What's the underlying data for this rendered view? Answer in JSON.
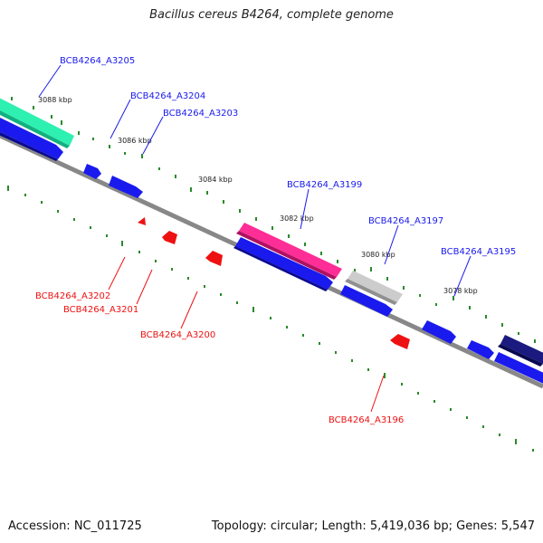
{
  "title": "Bacillus cereus B4264, complete genome",
  "footer": {
    "accession": "Accession: NC_011725",
    "summary": "Topology: circular; Length: 5,419,036 bp; Genes: 5,547"
  },
  "colors": {
    "forward_gene": "#1a1aee",
    "reverse_gene": "#ee1111",
    "backbone": "#888888",
    "tick": "#2a8a2a",
    "label_forward": "#1a1aee",
    "label_reverse": "#ee1111"
  },
  "ticks": [
    "3088 kbp",
    "3086 kbp",
    "3084 kbp",
    "3082 kbp",
    "3080 kbp",
    "3078 kbp"
  ],
  "gene_labels": [
    {
      "text": "BCB4264_A3205",
      "strand": "forward"
    },
    {
      "text": "BCB4264_A3204",
      "strand": "forward"
    },
    {
      "text": "BCB4264_A3203",
      "strand": "forward"
    },
    {
      "text": "BCB4264_A3199",
      "strand": "forward"
    },
    {
      "text": "BCB4264_A3197",
      "strand": "forward"
    },
    {
      "text": "BCB4264_A3195",
      "strand": "forward"
    },
    {
      "text": "BCB4264_A3202",
      "strand": "reverse"
    },
    {
      "text": "BCB4264_A3201",
      "strand": "reverse"
    },
    {
      "text": "BCB4264_A3200",
      "strand": "reverse"
    },
    {
      "text": "BCB4264_A3196",
      "strand": "reverse"
    }
  ]
}
